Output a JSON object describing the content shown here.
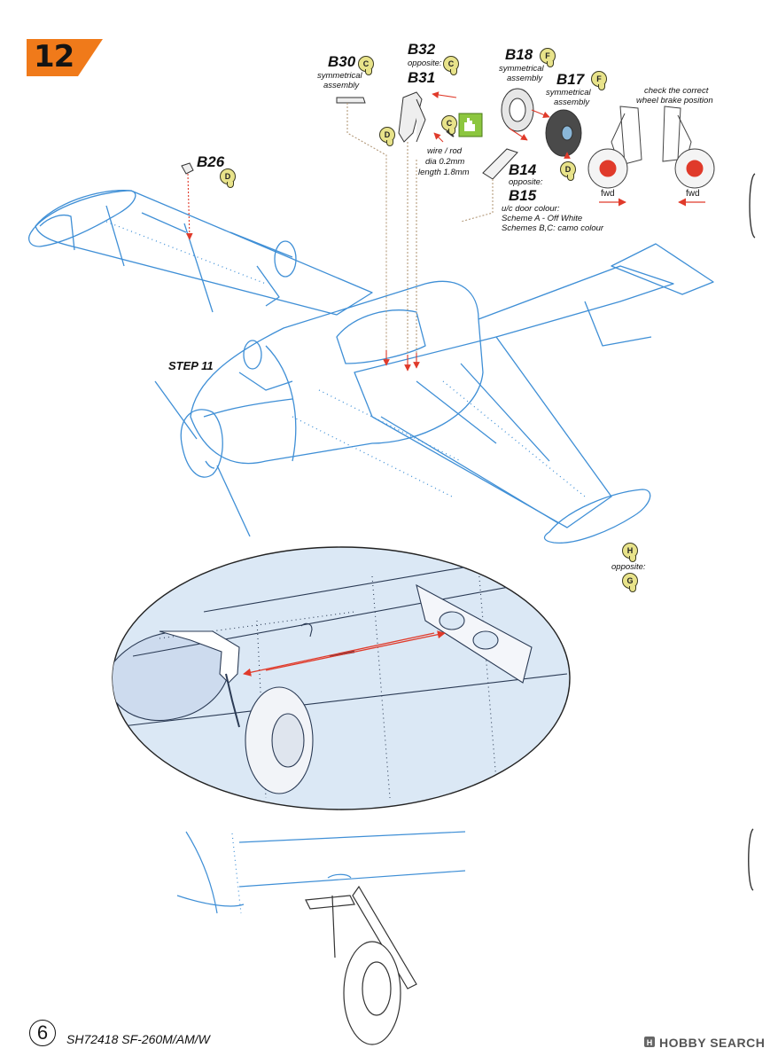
{
  "step": {
    "number": "12",
    "accent_color": "#f07a1a"
  },
  "previous_step_label": "STEP 11",
  "parts": {
    "b26": {
      "label": "B26",
      "color": "D"
    },
    "b30": {
      "label": "B30",
      "note": [
        "symmetrical",
        "assembly"
      ],
      "color": "C"
    },
    "b32": {
      "label": "B32",
      "opposite_label": "opposite:",
      "color": "C"
    },
    "b31": {
      "label": "B31",
      "color_c": "C",
      "color_d": "D"
    },
    "b18": {
      "label": "B18",
      "note": [
        "symmetrical",
        "assembly"
      ],
      "color": "F"
    },
    "b17": {
      "label": "B17",
      "note": [
        "symmetrical",
        "assembly"
      ],
      "color_f": "F",
      "color_d": "D"
    },
    "b14": {
      "label": "B14",
      "opposite_label": "opposite:"
    },
    "b15": {
      "label": "B15",
      "note": [
        "u/c door colour:",
        "Scheme A - Off White",
        "Schemes B,C: camo colour"
      ]
    },
    "wire": {
      "note": [
        "wire / rod",
        "dia 0.2mm",
        "length 1.8mm"
      ]
    },
    "wingtip": {
      "color_h": "H",
      "opposite_label": "opposite:",
      "color_g": "G"
    }
  },
  "brake_note": [
    "check the correct",
    "wheel brake position"
  ],
  "fwd_label": "fwd",
  "footer": {
    "page": "6",
    "product": "SH72418 SF-260M/AM/W"
  },
  "watermark": {
    "brand": "HOBBY SEARCH",
    "text": "HOBBY SEARCH"
  },
  "colors": {
    "line_blue": "#3f8fd6",
    "arrow_red": "#e03a2a",
    "detail_fill": "#dbe8f5",
    "chip_yellow": "#e8e38a",
    "glue_green": "#8cc63f"
  }
}
